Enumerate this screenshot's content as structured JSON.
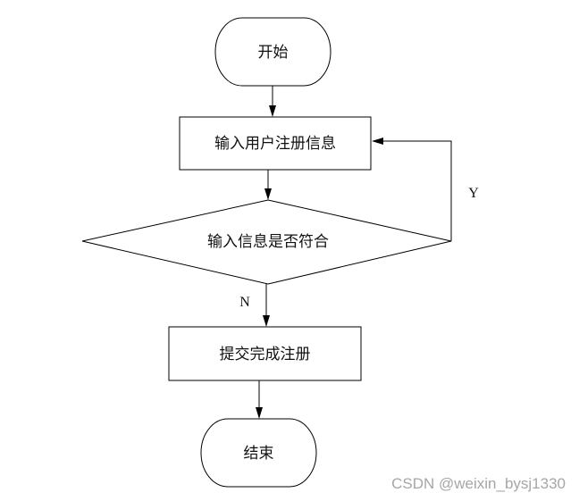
{
  "nodes": {
    "start": {
      "label": "开始"
    },
    "input": {
      "label": "输入用户注册信息"
    },
    "decision": {
      "label": "输入信息是否符合"
    },
    "submit": {
      "label": "提交完成注册"
    },
    "end": {
      "label": "结束"
    }
  },
  "edges": {
    "yes_label": "Y",
    "no_label": "N"
  },
  "watermark": "CSDN @weixin_bysj1330"
}
